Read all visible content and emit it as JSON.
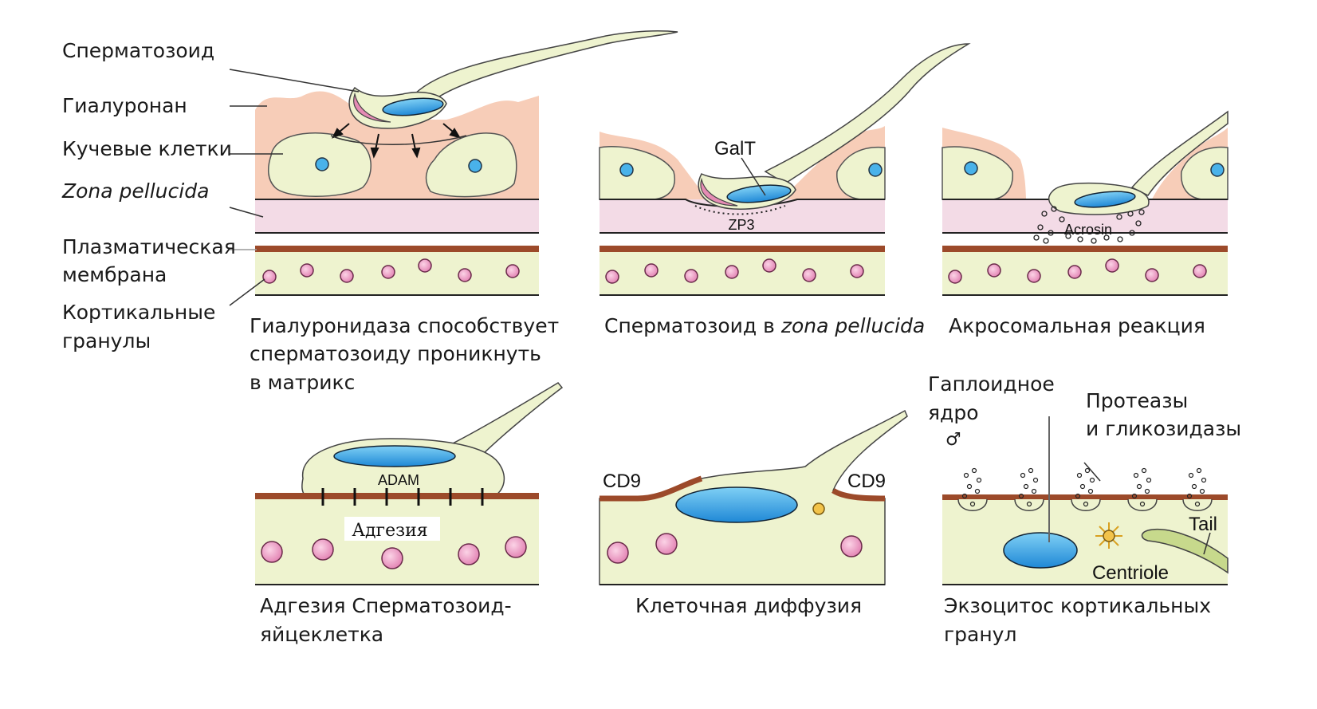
{
  "legend": {
    "sperm": "Сперматозоид",
    "hyaluronan": "Гиалуронан",
    "cumulus": "Кучевые клетки",
    "zona": "Zona pellucida",
    "plasma_line1": "Плазматическая",
    "plasma_line2": "мембрана",
    "cortical_line1": "Кортикальные",
    "cortical_line2": "гранулы"
  },
  "captions": {
    "p1_l1": "Гиалуронидаза способствует",
    "p1_l2": "сперматозоиду проникнуть",
    "p1_l3": "в матрикс",
    "p2_pre": "Сперматозоид в ",
    "p2_it": "zona pellucida",
    "p3": "Акросомальная реакция",
    "p4_l1": "Адгезия Сперматозоид-",
    "p4_l2": "яйцеклетка",
    "p5": "Клеточная диффузия",
    "p6_l1": "Экзоцитос кортикальных",
    "p6_l2": "гранул"
  },
  "inner_labels": {
    "galt": "GalT",
    "zp3": "ZP3",
    "acrosin": "Acrosin",
    "adam": "ADAM",
    "adhesion": "Адгезия",
    "cd9_left": "CD9",
    "cd9_right": "CD9",
    "haploid_l1": "Гаплоидное",
    "haploid_l2": "ядро",
    "male_symbol": "♂",
    "proteases_l1": "Протеазы",
    "proteases_l2": "и гликозидазы",
    "tail": "Tail",
    "centriole": "Centriole"
  },
  "colors": {
    "hyaluronan": "#f5c9b3",
    "cytoplasm": "#eef3cf",
    "zona": "#f3dbe6",
    "membrane": "#9c4a2a",
    "granule": "#e89cc4",
    "nucleus": "#3fa6e4",
    "acrosome": "#e58bb4"
  }
}
